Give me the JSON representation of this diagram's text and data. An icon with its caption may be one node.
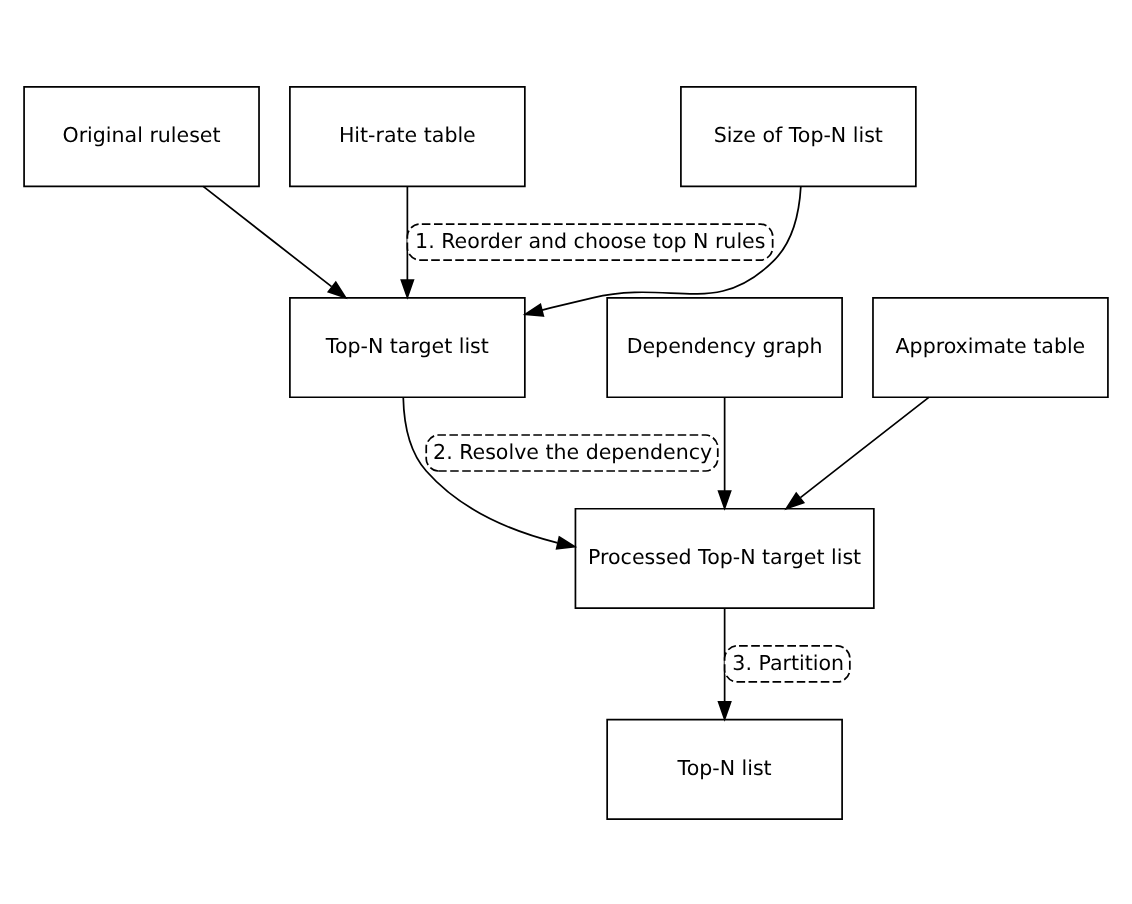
{
  "diagram": {
    "nodes": [
      {
        "text": [
          "Original ruleset"
        ]
      },
      {
        "text": [
          "Hit-rate table"
        ]
      },
      {
        "text": [
          "Size of Top-N list"
        ]
      },
      {
        "text": [
          "Dependency graph"
        ]
      },
      {
        "text": [
          "Top-N target list"
        ]
      },
      {
        "text": [
          "Approximate table"
        ]
      },
      {
        "text": [
          "Processed Top-N target list"
        ]
      },
      {
        "text": [
          "Top-N list"
        ]
      }
    ],
    "edges": [
      {
        "from": 0,
        "to": 4,
        "arrow": "to"
      },
      {
        "from": 1,
        "to": 4,
        "arrow": "to",
        "label": "1. Reorder and choose top N rules"
      },
      {
        "from": 2,
        "to": 4,
        "arrow": "to"
      },
      {
        "from": 3,
        "to": 6,
        "arrow": "to"
      },
      {
        "from": 4,
        "to": 6,
        "arrow": "to",
        "label": "2. Resolve the dependency"
      },
      {
        "from": 5,
        "to": 6,
        "arrow": "to"
      },
      {
        "from": 6,
        "to": 7,
        "arrow": "to",
        "label": "3. Partition"
      }
    ]
  }
}
